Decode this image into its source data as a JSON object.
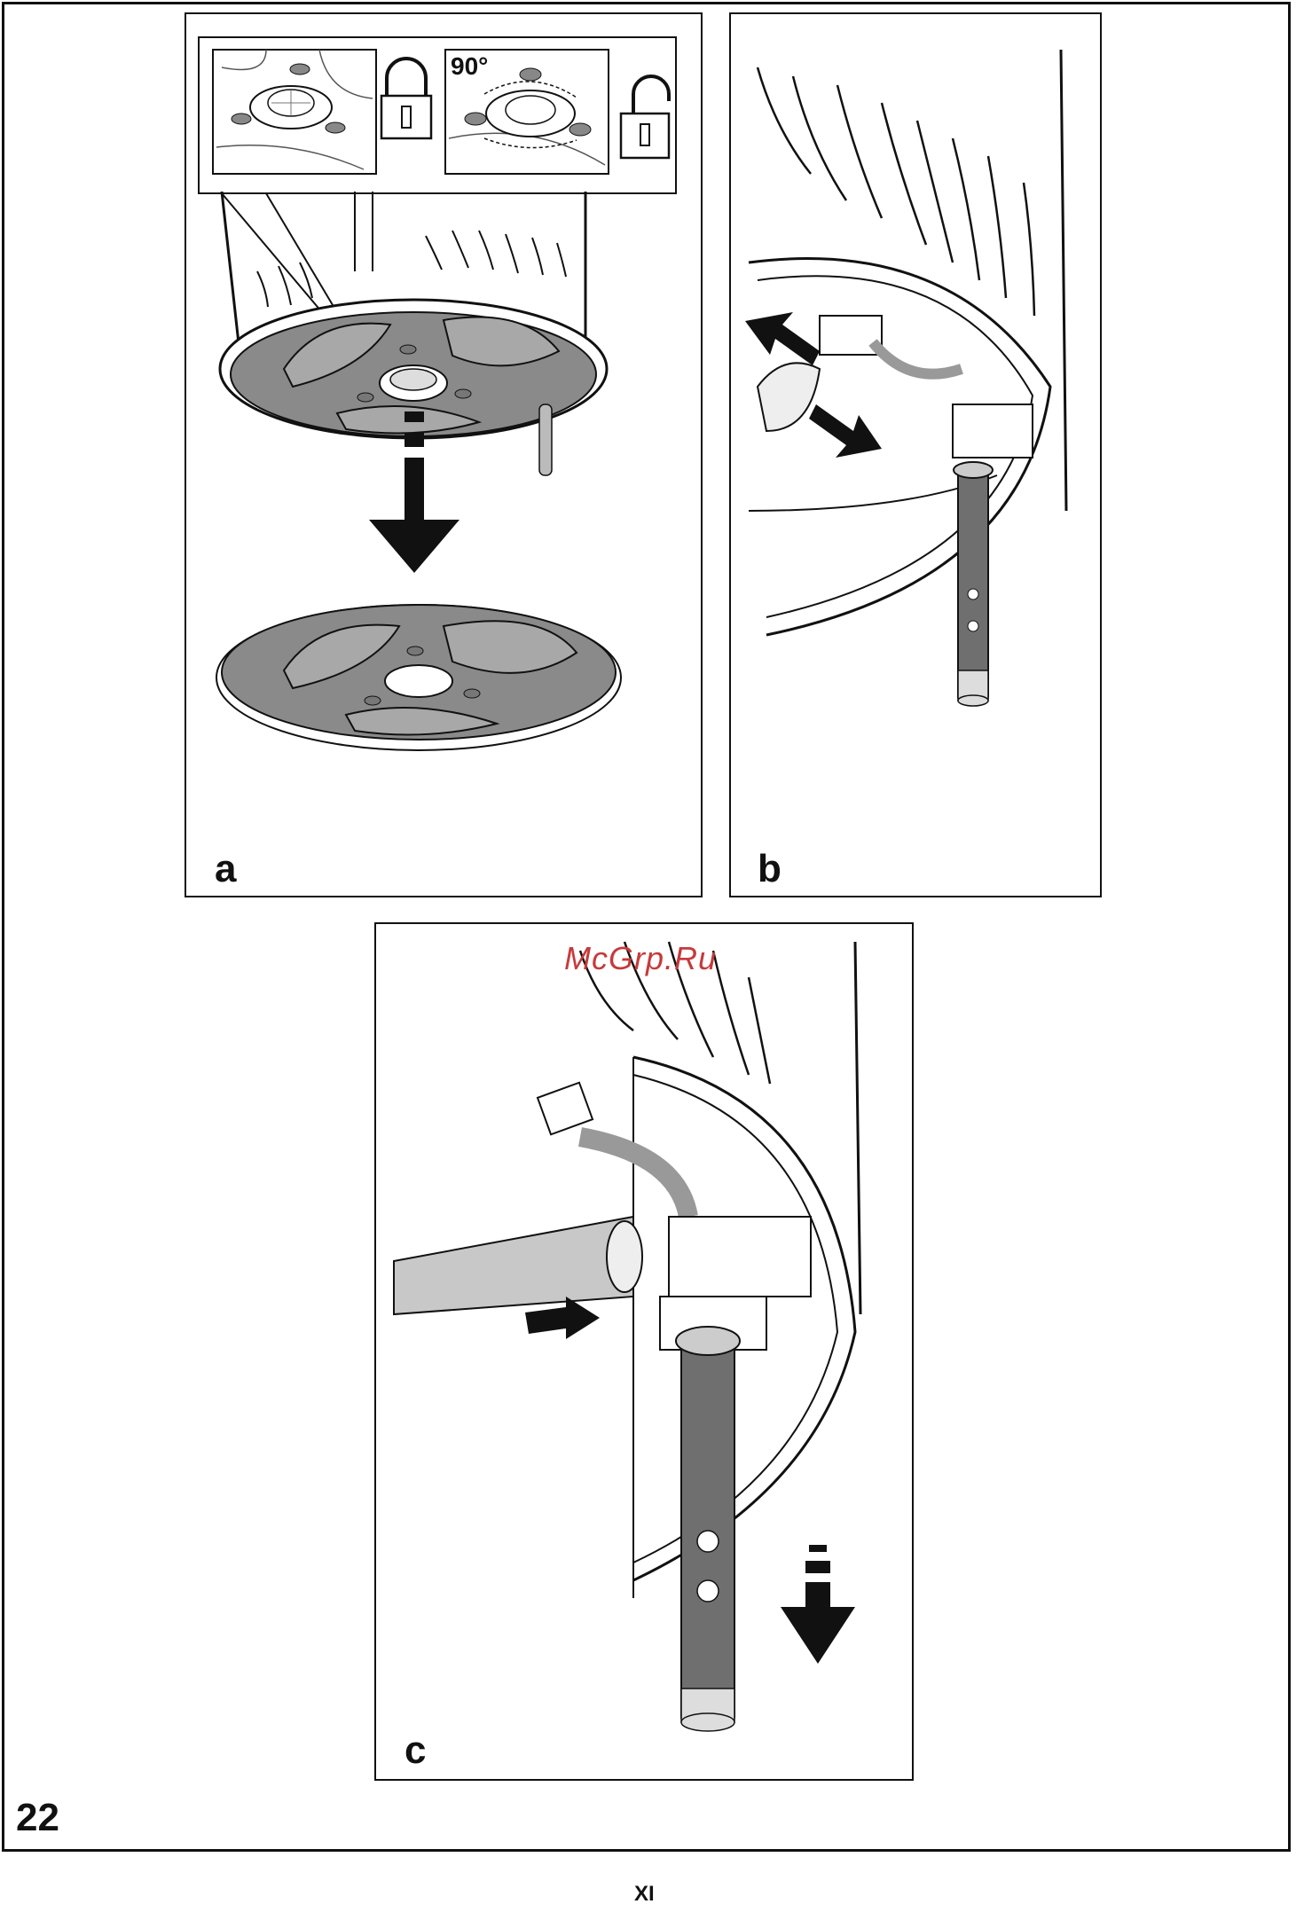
{
  "figure": {
    "number": "22",
    "page_label": "XI",
    "watermark": "McGrp.Ru"
  },
  "panels": {
    "a": {
      "label": "a",
      "angle_label": "90°"
    },
    "b": {
      "label": "b"
    },
    "c": {
      "label": "c"
    }
  },
  "icons": {
    "lock_closed": "padlock-locked-icon",
    "lock_open": "padlock-unlocked-icon",
    "arrow_down": "arrow-down-icon",
    "arrow_double": "double-arrow-icon",
    "arrow_right_dashed": "dashed-arrow-right-icon",
    "arrow_down_dashed": "dashed-arrow-down-icon"
  }
}
